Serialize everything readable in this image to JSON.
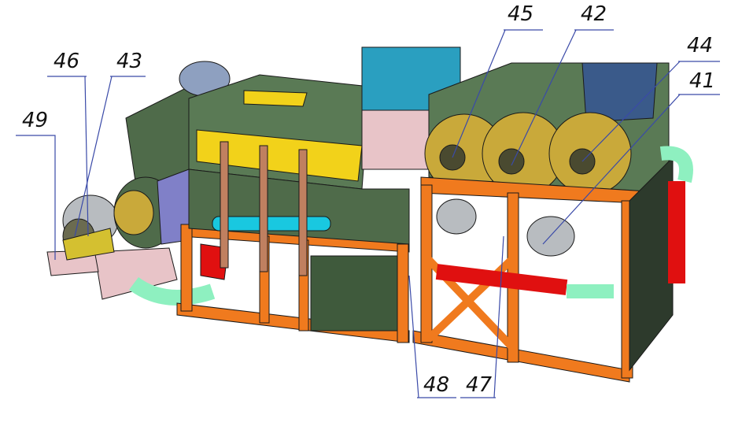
{
  "diagram": {
    "callouts": [
      {
        "id": "45",
        "label": "45"
      },
      {
        "id": "42",
        "label": "42"
      },
      {
        "id": "44",
        "label": "44"
      },
      {
        "id": "41",
        "label": "41"
      },
      {
        "id": "46",
        "label": "46"
      },
      {
        "id": "43",
        "label": "43"
      },
      {
        "id": "49",
        "label": "49"
      },
      {
        "id": "48",
        "label": "48"
      },
      {
        "id": "47",
        "label": "47"
      }
    ],
    "colors": {
      "frame": "#f07a1e",
      "housing": "#4f6b4a",
      "drum": "#c9a93a",
      "pipe_green": "#8ef0c0",
      "pipe_red": "#e01010",
      "tank_blue": "#2a9fc0",
      "base_pink": "#e8c4c8",
      "yellow": "#f2d21a",
      "cyan": "#19c8e0"
    }
  }
}
